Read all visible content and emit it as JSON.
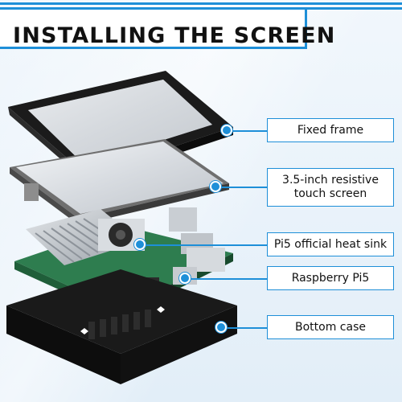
{
  "header": {
    "title": "INSTALLING THE SCREEN"
  },
  "labels": {
    "fixed_frame": "Fixed frame",
    "touch_screen": "3.5-inch resistive touch screen",
    "heat_sink": "Pi5 official heat sink",
    "raspberry": "Raspberry Pi5",
    "bottom_case": "Bottom case"
  },
  "colors": {
    "accent": "#1e8fd8",
    "case": "#141414",
    "pcb": "#2e7d4f",
    "heatsink": "#b9bec4"
  }
}
